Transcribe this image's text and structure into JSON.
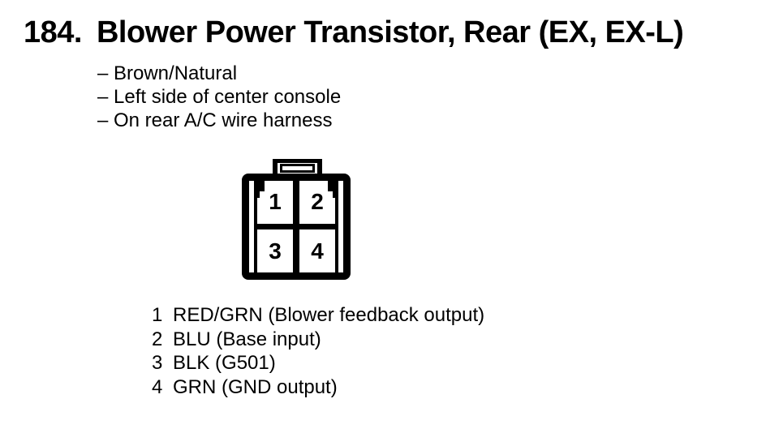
{
  "colors": {
    "ink": "#000000",
    "paper": "#ffffff"
  },
  "header": {
    "section_number": "184.",
    "title": "Blower Power Transistor, Rear (EX, EX-L)"
  },
  "details": {
    "bullet": "–",
    "items": [
      "Brown/Natural",
      "Left side of center console",
      "On rear A/C wire harness"
    ]
  },
  "connector": {
    "pins": [
      "1",
      "2",
      "3",
      "4"
    ]
  },
  "pinout": {
    "rows": [
      {
        "pin": "1",
        "label": "RED/GRN (Blower feedback output)"
      },
      {
        "pin": "2",
        "label": "BLU (Base input)"
      },
      {
        "pin": "3",
        "label": "BLK (G501)"
      },
      {
        "pin": "4",
        "label": "GRN (GND output)"
      }
    ]
  }
}
